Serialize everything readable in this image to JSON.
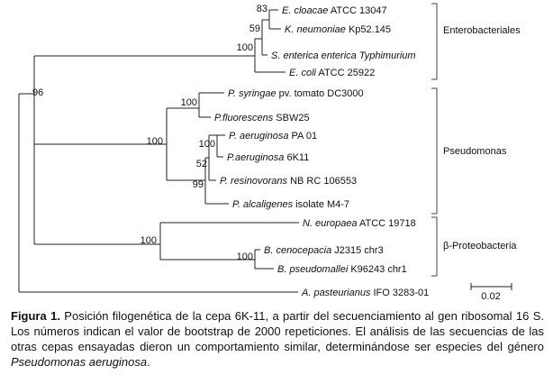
{
  "taxa": [
    {
      "name": "E. cloacae",
      "suffix": " ATCC 13047"
    },
    {
      "name": "K. neumoniae",
      "suffix": " Kp52.145"
    },
    {
      "name": "S. enterica enterica Typhimurium",
      "suffix": ""
    },
    {
      "name": "E. coli",
      "suffix": " ATCC 25922"
    },
    {
      "name": "P. syringae",
      "suffix": " pv. tomato DC3000"
    },
    {
      "name": "P.fluorescens",
      "suffix": " SBW25"
    },
    {
      "name": "P. aeruginosa",
      "suffix": " PA 01"
    },
    {
      "name": "P.aeruginosa",
      "suffix": " 6K11"
    },
    {
      "name": "P. resinovorans",
      "suffix": " NB RC 106553"
    },
    {
      "name": "P. alcaligenes",
      "suffix": " isolate M4-7"
    },
    {
      "name": "N. europaea",
      "suffix": " ATCC 19718"
    },
    {
      "name": "B. cenocepacia",
      "suffix": " J2315 chr3"
    },
    {
      "name": "B. pseudomallei",
      "suffix": " K96243 chr1"
    },
    {
      "name": "A. pasteurianus",
      "suffix": " IFO 3283-01"
    }
  ],
  "bootstrap": [
    "83",
    "59",
    "100",
    "96",
    "100",
    "100",
    "100",
    "52",
    "99",
    "100",
    "100"
  ],
  "groups": [
    "Enterobacteriales",
    "Pseudomonas",
    "β-Proteobacteria"
  ],
  "scale": {
    "label": "0.02"
  },
  "caption": {
    "label": "Figura 1.",
    "text_1": " Posición filogenética de la cepa 6K-11, a partir del secuenciamiento al gen ribosomal 16 S. Los números indican el valor de bootstrap de 2000 repeticiones. El análisis de las secuencias de las otras cepas ensayadas dieron un comportamiento similar, determinándose ser especies del género ",
    "species": "Pseudomonas aeruginosa",
    "text_2": "."
  }
}
